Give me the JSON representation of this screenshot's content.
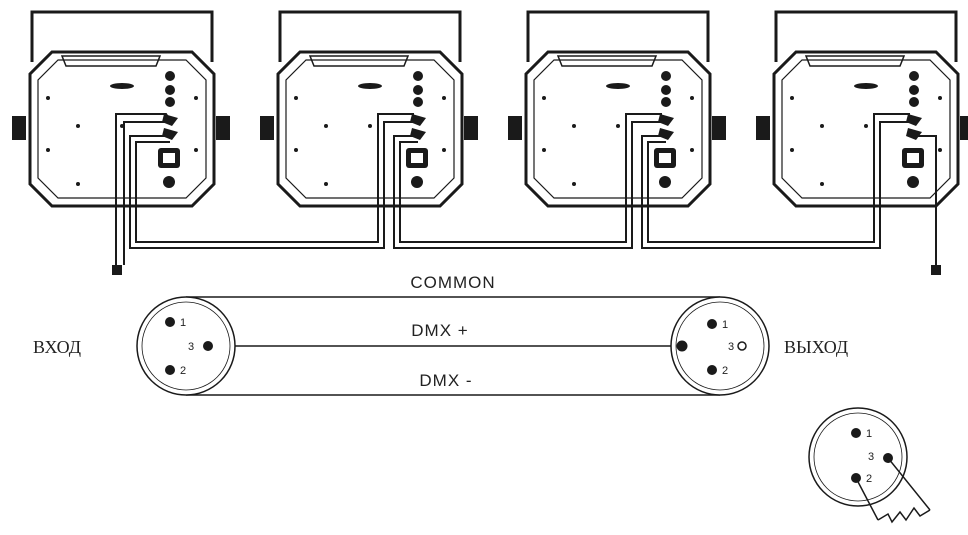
{
  "fixtures": [
    {
      "id": "fixture-1"
    },
    {
      "id": "fixture-2"
    },
    {
      "id": "fixture-3"
    },
    {
      "id": "fixture-4"
    }
  ],
  "cable": {
    "common_label": "COMMON",
    "dmx_plus_label": "DMX +",
    "dmx_minus_label": "DMX -"
  },
  "connectors": {
    "input_label": "ВХОД",
    "output_label": "ВЫХОД",
    "pins": [
      "1",
      "2",
      "3"
    ]
  },
  "colors": {
    "line": "#1a1a1a",
    "background": "#ffffff"
  }
}
